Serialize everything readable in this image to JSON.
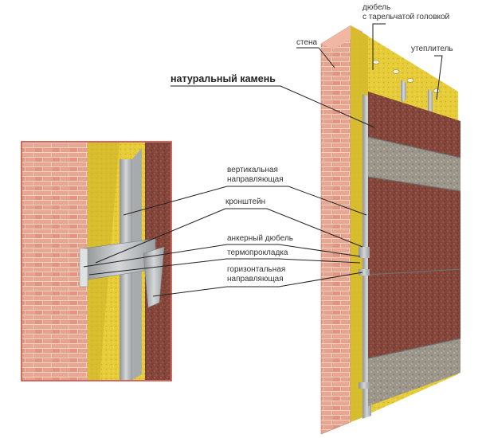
{
  "labels": {
    "dowel_line1": "дюбель",
    "dowel_line2": "с тарельчатой головкой",
    "insulation": "утеплитель",
    "wall": "стена",
    "natural_stone": "натуральный камень",
    "vertical_guide_line1": "вертикальная",
    "vertical_guide_line2": "направляющая",
    "bracket": "кронштейн",
    "anchor_dowel": "анкерный дюбель",
    "thermal_pad": "термопрокладка",
    "horizontal_guide_line1": "горизонтальная",
    "horizontal_guide_line2": "направляющая"
  },
  "colors": {
    "brick": "#e39b86",
    "brick_mortar": "#f3d2c4",
    "insulation": "#e8cf3a",
    "stone_red": "#8a4a3a",
    "stone_grey": "#9c968a",
    "metal": "#b9bcbd",
    "frame": "#c0392b"
  }
}
